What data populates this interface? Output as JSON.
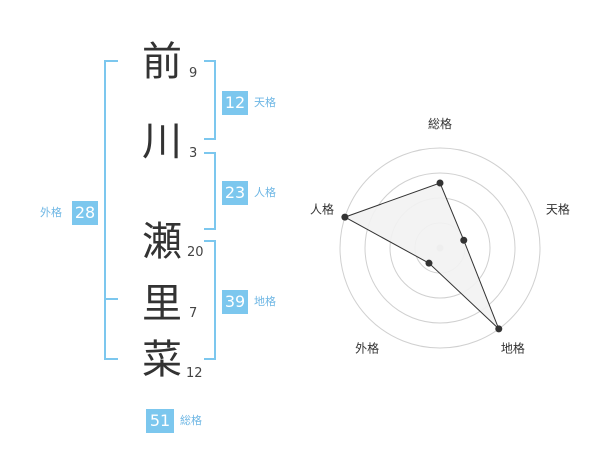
{
  "name_chars": [
    {
      "char": "前",
      "strokes": "9"
    },
    {
      "char": "川",
      "strokes": "3"
    },
    {
      "char": "瀬",
      "strokes": "20"
    },
    {
      "char": "里",
      "strokes": "7"
    },
    {
      "char": "菜",
      "strokes": "12"
    }
  ],
  "fortunes": {
    "tenkaku": {
      "value": "12",
      "label": "天格"
    },
    "jinkaku": {
      "value": "23",
      "label": "人格"
    },
    "chikaku": {
      "value": "39",
      "label": "地格"
    },
    "gaikaku": {
      "value": "28",
      "label": "外格"
    },
    "soukaku": {
      "value": "51",
      "label": "総格"
    }
  },
  "chart_data": {
    "type": "radar",
    "axes": [
      "総格",
      "天格",
      "地格",
      "外格",
      "人格"
    ],
    "levels": 4,
    "values": [
      2.6,
      1.0,
      4.0,
      0.75,
      4.0
    ],
    "max": 4,
    "colors": {
      "fill": "#f2f2f2",
      "line": "#333333",
      "grid": "#d0d0d0",
      "accent": "#7cc7ee"
    }
  }
}
